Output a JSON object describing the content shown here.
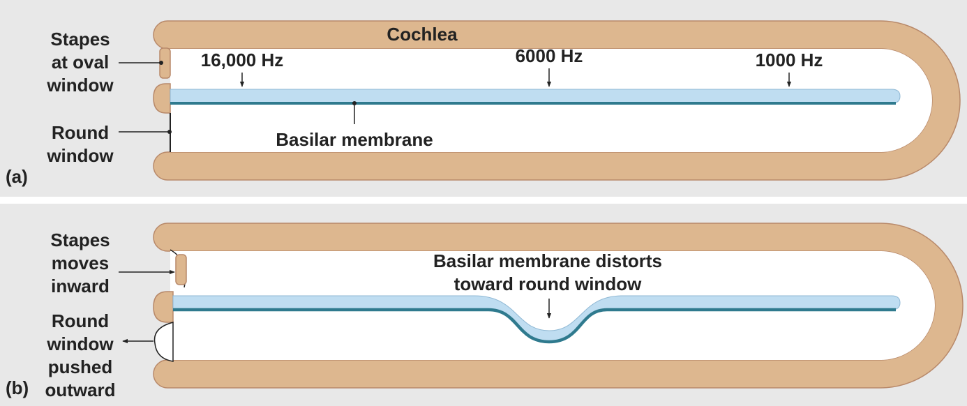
{
  "panel_a": {
    "panel_label": "(a)",
    "title": "Cochlea",
    "stapes_label": [
      "Stapes",
      "at oval",
      "window"
    ],
    "round_window_label": [
      "Round",
      "window"
    ],
    "freq_labels": [
      "16,000 Hz",
      "6000 Hz",
      "1000 Hz"
    ],
    "membrane_label": "Basilar membrane"
  },
  "panel_b": {
    "panel_label": "(b)",
    "stapes_label": [
      "Stapes",
      "moves",
      "inward"
    ],
    "round_window_label": [
      "Round",
      "window",
      "pushed",
      "outward"
    ],
    "distortion_label": [
      "Basilar membrane distorts",
      "toward round window"
    ]
  },
  "colors": {
    "background": "#e8e8e8",
    "bone": "#ddb78f",
    "bone_outline": "#b8896a",
    "fluid": "#ffffff",
    "membrane_fill": "#bfddf1",
    "membrane_edge": "#2f7a8e",
    "line": "#222222"
  }
}
